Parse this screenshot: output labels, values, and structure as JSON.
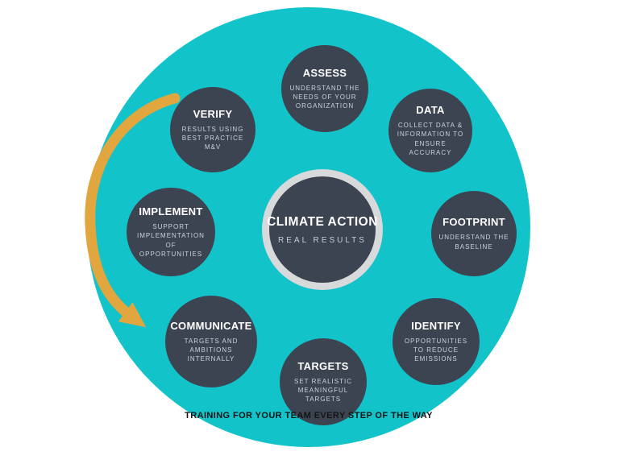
{
  "diagram": {
    "type": "circular-cycle",
    "center": {
      "title": "CLIMATE ACTION",
      "subtitle": "REAL RESULTS"
    },
    "steps": [
      {
        "title": "ASSESS",
        "description": "UNDERSTAND THE NEEDS OF YOUR ORGANIZATION"
      },
      {
        "title": "DATA",
        "description": "COLLECT DATA & INFORMATION TO ENSURE ACCURACY"
      },
      {
        "title": "FOOTPRINT",
        "description": "UNDERSTAND THE BASELINE"
      },
      {
        "title": "IDENTIFY",
        "description": "OPPORTUNITIES TO REDUCE EMISSIONS"
      },
      {
        "title": "TARGETS",
        "description": "SET REALISTIC MEANINGFUL TARGETS"
      },
      {
        "title": "COMMUNICATE",
        "description": "TARGETS AND AMBITIONS INTERNALLY"
      },
      {
        "title": "IMPLEMENT",
        "description": "SUPPORT IMPLEMENTATION OF OPPORTUNITIES"
      },
      {
        "title": "VERIFY",
        "description": "RESULTS USING BEST PRACTICE M&V"
      }
    ],
    "banner": "TRAINING FOR YOUR TEAM EVERY STEP OF THE WAY",
    "icons": {
      "arrow": "curved-cycle-arrow"
    },
    "colors": {
      "wheel": "#12c3ca",
      "node": "#3d4451",
      "center_ring": "#d8d9da",
      "arrow": "#e1a63e",
      "title_text": "#ffffff",
      "description_text": "#ccd1d7",
      "banner_text": "#131313",
      "background": "#ffffff"
    }
  }
}
